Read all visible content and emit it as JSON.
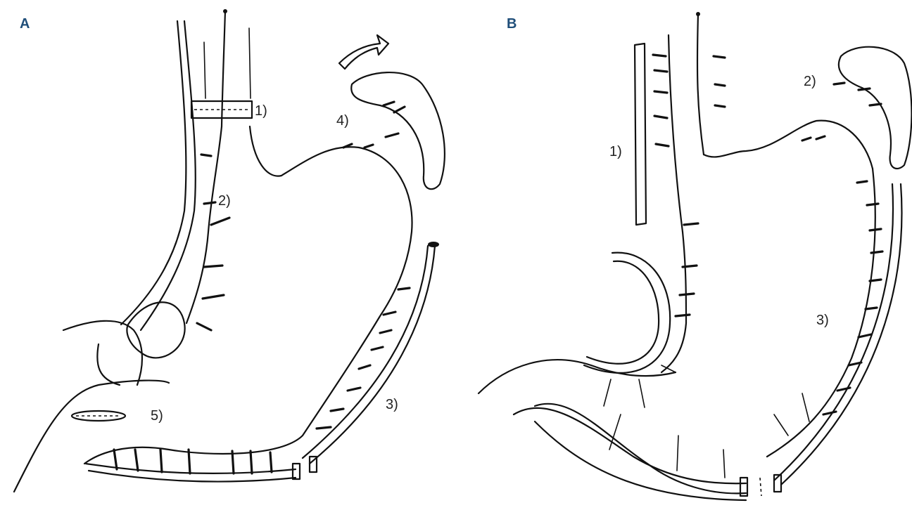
{
  "figure": {
    "panels": [
      {
        "letter": "A",
        "labels": [
          "1)",
          "2)",
          "3)",
          "4)",
          "5)"
        ]
      },
      {
        "letter": "B",
        "labels": [
          "1)",
          "2)",
          "3)"
        ]
      }
    ]
  }
}
